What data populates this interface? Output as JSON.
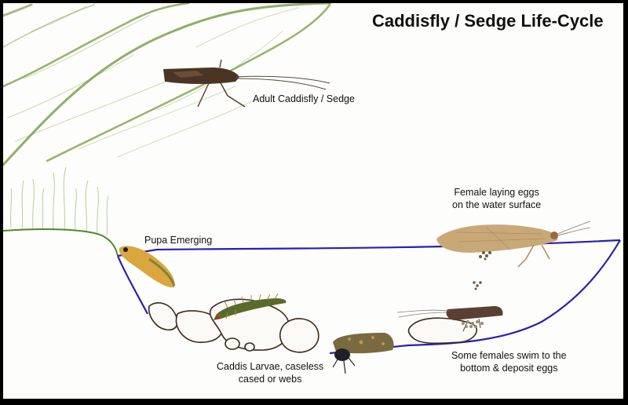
{
  "title": "Caddisfly / Sedge Life-Cycle",
  "labels": {
    "adult": "Adult Caddisfly / Sedge",
    "female_laying": [
      "Female laying eggs",
      "on the water surface"
    ],
    "pupa": "Pupa Emerging",
    "larvae": [
      "Caddis Larvae, caseless",
      "cased or webs"
    ],
    "bottom_females": [
      "Some females swim to the",
      "bottom & deposit eggs"
    ]
  },
  "stages": [
    {
      "name": "adult",
      "icon": "adult-caddisfly-icon"
    },
    {
      "name": "egg-laying-female-surface",
      "icon": "female-caddisfly-icon"
    },
    {
      "name": "pupa-emerging",
      "icon": "pupa-icon"
    },
    {
      "name": "larvae",
      "icon": "larva-icon"
    },
    {
      "name": "cased-larva",
      "icon": "cased-larva-icon"
    },
    {
      "name": "female-depositing-eggs-bottom",
      "icon": "diving-female-icon"
    }
  ],
  "colors": {
    "frame": "#000000",
    "background": "#fdfdfb",
    "water_line": "#2a1fb0",
    "vegetation": "#7ea04a",
    "stones": "#3b2a1c",
    "adult_body": "#4a3424",
    "female_wing": "#c9a878",
    "pupa": "#d9a640"
  }
}
